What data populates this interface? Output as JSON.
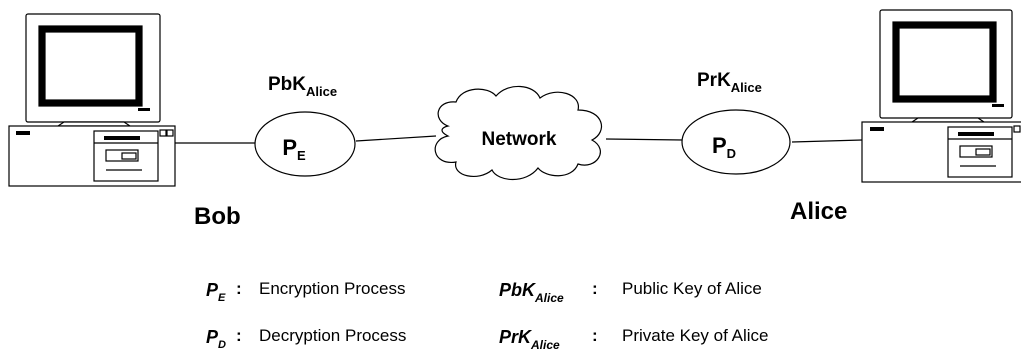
{
  "nodes": {
    "bob": {
      "label": "Bob"
    },
    "alice": {
      "label": "Alice"
    },
    "encrypt": {
      "symbol": "P",
      "sub": "E",
      "key_main": "PbK",
      "key_sub": "Alice"
    },
    "decrypt": {
      "symbol": "P",
      "sub": "D",
      "key_main": "PrK",
      "key_sub": "Alice"
    },
    "network": {
      "label": "Network"
    }
  },
  "legend": [
    {
      "symbol": "P",
      "sub": "E",
      "sep": ":",
      "text": "Encryption Process"
    },
    {
      "symbol": "PbK",
      "sub": "Alice",
      "sep": ":",
      "text": "Public Key of Alice"
    },
    {
      "symbol": "P",
      "sub": "D",
      "sep": ":",
      "text": "Decryption Process"
    },
    {
      "symbol": "PrK",
      "sub": "Alice",
      "sep": ":",
      "text": "Private Key of Alice"
    }
  ]
}
